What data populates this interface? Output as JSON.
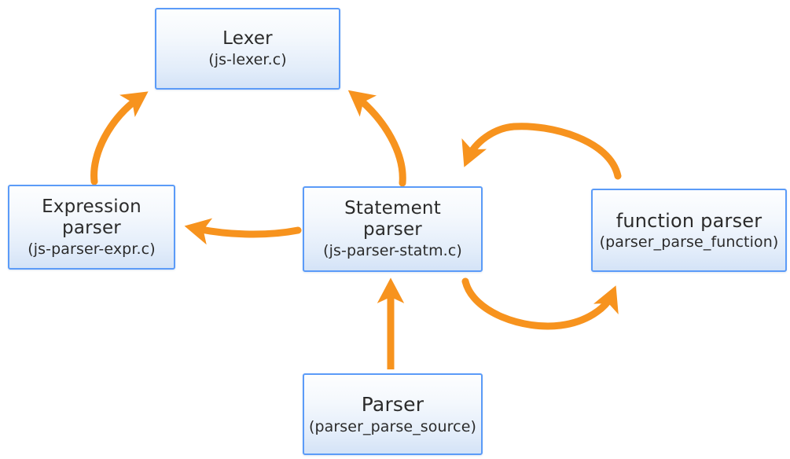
{
  "diagram": {
    "title": "JavaScript parser module call graph",
    "background_color": "#ffffff",
    "node_border_color": "#5b9bf8",
    "node_fill_top": "#fdfefe",
    "node_fill_bottom": "#d4e3f7",
    "arrow_color": "#f7931e",
    "text_color": "#2b2b2b"
  },
  "nodes": [
    {
      "id": "lexer",
      "title": "Lexer",
      "subtitle": "(js-lexer.c)"
    },
    {
      "id": "expression-parser",
      "title": "Expression\nparser",
      "subtitle": "(js-parser-expr.c)"
    },
    {
      "id": "statement-parser",
      "title": "Statement\nparser",
      "subtitle": "(js-parser-statm.c)"
    },
    {
      "id": "function-parser",
      "title": "function parser",
      "subtitle": "(parser_parse_function)"
    },
    {
      "id": "parser",
      "title": "Parser",
      "subtitle": "(parser_parse_source)"
    }
  ],
  "arrows": [
    {
      "id": "expression-to-lexer",
      "from": "expression-parser",
      "to": "lexer",
      "shape": "curved",
      "direction": "up-right"
    },
    {
      "id": "statement-to-lexer",
      "from": "statement-parser",
      "to": "lexer",
      "shape": "curved",
      "direction": "up-left"
    },
    {
      "id": "statement-to-expression",
      "from": "statement-parser",
      "to": "expression-parser",
      "shape": "slightly-curved",
      "direction": "left"
    },
    {
      "id": "function-to-statement",
      "from": "function-parser",
      "to": "statement-parser",
      "shape": "arc-over",
      "direction": "down-left"
    },
    {
      "id": "statement-to-function",
      "from": "statement-parser",
      "to": "function-parser",
      "shape": "arc-under",
      "direction": "up-right"
    },
    {
      "id": "parser-to-statement",
      "from": "parser",
      "to": "statement-parser",
      "shape": "straight",
      "direction": "up"
    }
  ]
}
